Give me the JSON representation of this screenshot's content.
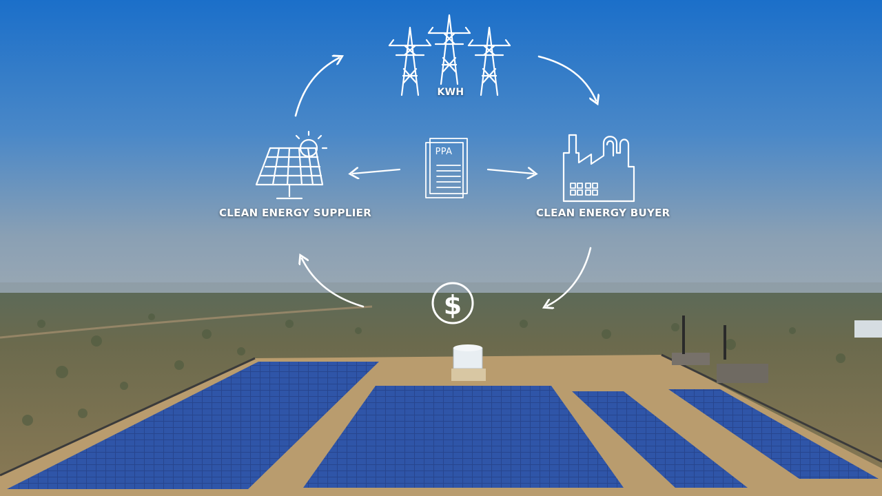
{
  "diagram": {
    "kwh_label": "KWH",
    "supplier_label": "CLEAN ENERGY SUPPLIER",
    "buyer_label": "CLEAN ENERGY BUYER",
    "ppa_label": "PPA",
    "payment_symbol": "$"
  },
  "icons": [
    "transmission-tower-icon",
    "solar-panel-icon",
    "factory-icon",
    "document-icon",
    "dollar-coin-icon",
    "arrow-icon"
  ],
  "colors": {
    "sky_top": "#1b6fc9",
    "sky_horizon": "#8fa3b4",
    "panel": "#26458f",
    "ground": "#b79b72",
    "line": "#ffffff"
  }
}
